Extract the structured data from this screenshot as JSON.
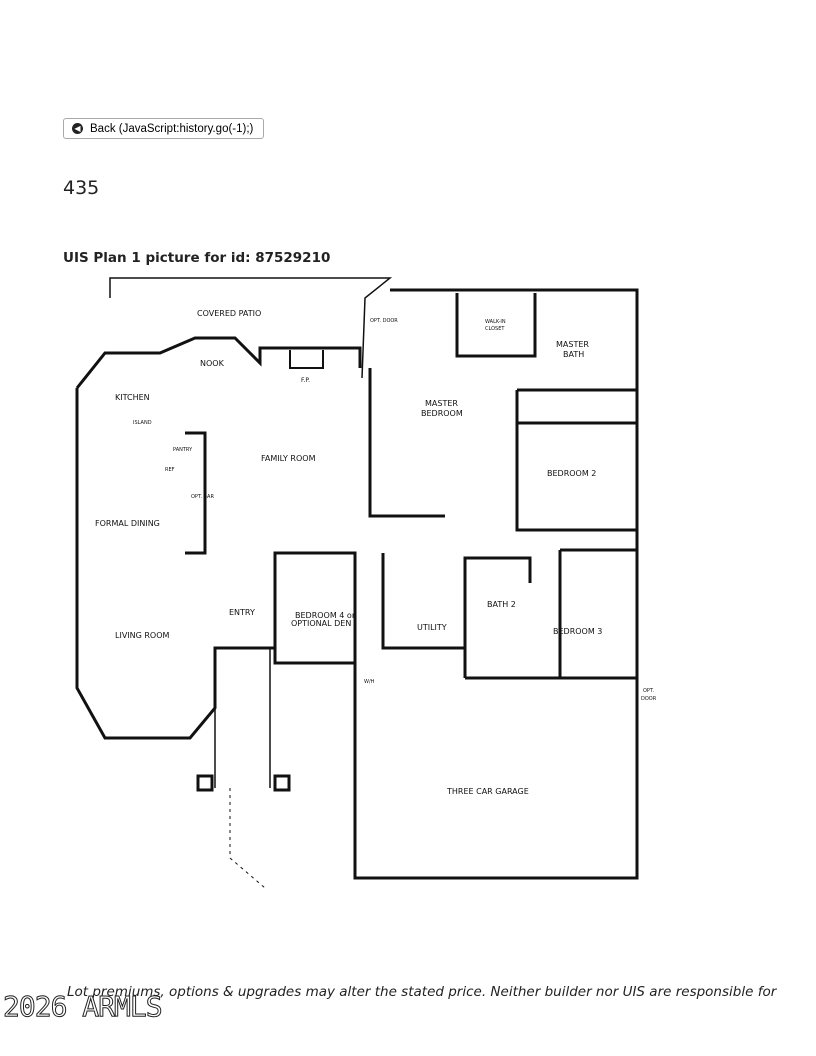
{
  "back_button": {
    "label": "Back (JavaScript:history.go(-1);)",
    "icon": "arrow-left-circle-icon"
  },
  "count": "435",
  "title": "UIS Plan 1 picture for id: 87529210",
  "plan": {
    "rooms": [
      "COVERED PATIO",
      "NOOK",
      "KITCHEN",
      "ISLAND",
      "PANTRY",
      "REF",
      "F.P.",
      "FAMILY ROOM",
      "FORMAL DINING",
      "OPT. BAR",
      "LIVING ROOM",
      "ENTRY",
      "BEDROOM 4 or",
      "OPTIONAL DEN",
      "UTILITY",
      "BATH 2",
      "BEDROOM 3",
      "BEDROOM 2",
      "MASTER",
      "BEDROOM",
      "WALK-IN",
      "CLOSET",
      "MASTER",
      "BATH",
      "OPT. DOOR",
      "THREE CAR GARAGE",
      "OPT.",
      "DOOR",
      "W/H"
    ]
  },
  "disclaimer": "Lot premiums, options & upgrades may alter the stated price. Neither builder nor UIS are responsible for",
  "copyright": "2026 ARMLS"
}
